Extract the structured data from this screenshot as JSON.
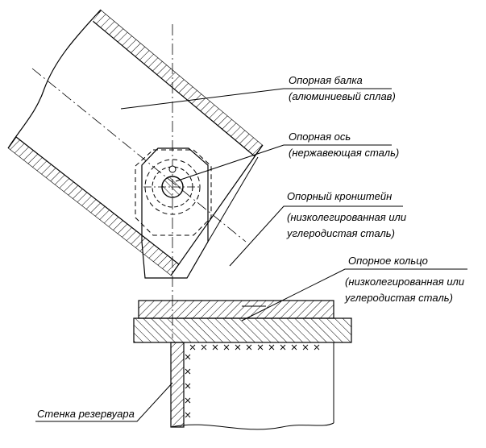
{
  "labels": {
    "beam_title": "Опорная балка",
    "beam_material": "(алюминиевый сплав)",
    "axle_title": "Опорная ось",
    "axle_material": "(нержавеющая сталь)",
    "bracket_title": "Опорный кронштейн",
    "bracket_material_1": "(низколегированная или",
    "bracket_material_2": "углеродистая сталь)",
    "ring_title": "Опорное кольцо",
    "ring_material_1": "(низколегированная или",
    "ring_material_2": "углеродистая сталь)",
    "wall": "Стенка резервуара"
  }
}
